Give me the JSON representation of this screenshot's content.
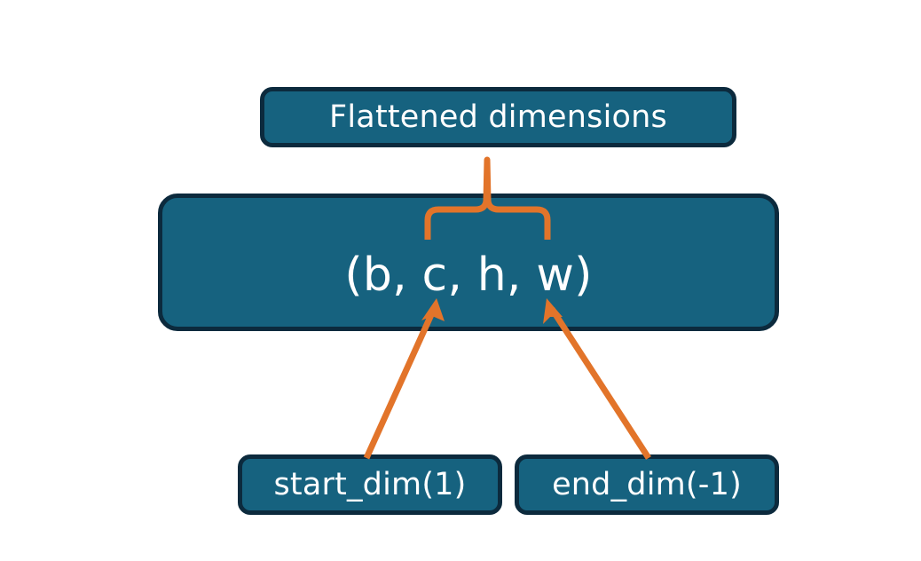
{
  "diagram": {
    "title_node": {
      "label": "Flattened dimensions",
      "name": "flattened-dimensions-box"
    },
    "shape_node": {
      "label": "(b, c, h, w)",
      "name": "tensor-shape-box",
      "dims": [
        "b",
        "c",
        "h",
        "w"
      ]
    },
    "start_dim_node": {
      "label": "start_dim(1)",
      "name": "start-dim-box",
      "value": 1
    },
    "end_dim_node": {
      "label": "end_dim(-1)",
      "name": "end-dim-box",
      "value": -1
    },
    "connectors": {
      "brace": {
        "name": "flatten-range-brace",
        "spans_dims": [
          "c",
          "h",
          "w"
        ],
        "points_to": "Flattened dimensions"
      },
      "start_arrow": {
        "name": "start-dim-arrow",
        "from": "start_dim(1)",
        "to": "c"
      },
      "end_arrow": {
        "name": "end-dim-arrow",
        "from": "end_dim(-1)",
        "to": "w"
      }
    },
    "colors": {
      "box_fill": "#16627f",
      "box_border": "#0c2a3d",
      "box_text": "#ffffff",
      "connector": "#e2742a",
      "background": "#ffffff"
    }
  }
}
